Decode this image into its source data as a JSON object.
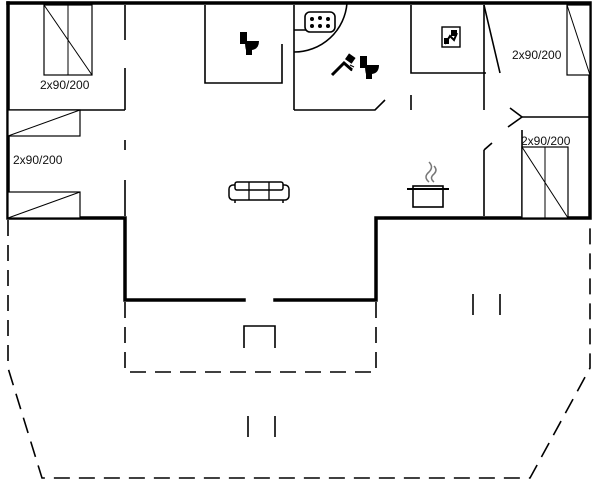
{
  "rooms": {
    "bedroom_top_left": {
      "bed_label": "2x90/200"
    },
    "bedroom_mid_left": {
      "bed_label": "2x90/200"
    },
    "bedroom_top_right": {
      "bed_label": "2x90/200"
    },
    "bedroom_right": {
      "bed_label": "2x90/200"
    }
  },
  "icons": [
    "toilet-icon",
    "whirlpool-icon",
    "shower-icon",
    "toilet-icon",
    "washing-machine-icon",
    "sofa-icon",
    "cooking-pot-icon"
  ]
}
